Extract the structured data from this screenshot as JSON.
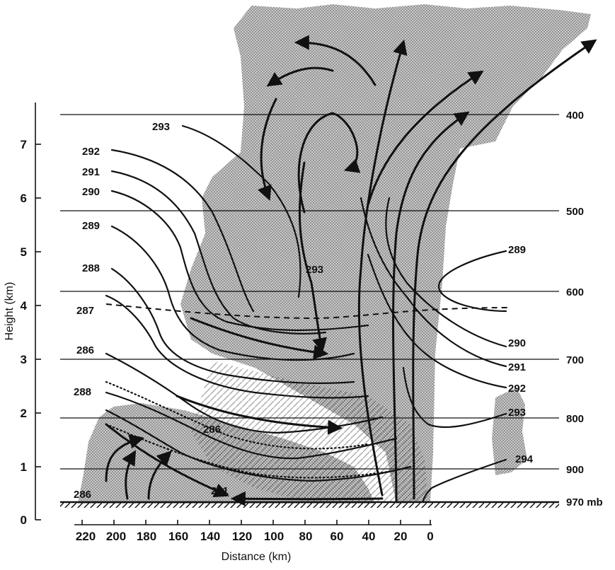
{
  "y_axis": {
    "title": "Height (km)",
    "ticks": [
      "0",
      "1",
      "2",
      "3",
      "4",
      "5",
      "6",
      "7"
    ]
  },
  "x_axis": {
    "title": "Distance (km)",
    "ticks": [
      "220",
      "200",
      "180",
      "160",
      "140",
      "120",
      "100",
      "80",
      "60",
      "40",
      "20",
      "0"
    ]
  },
  "pressure_levels": [
    "400",
    "500",
    "600",
    "700",
    "800",
    "900",
    "970 mb"
  ],
  "contour_labels_left": [
    "293",
    "292",
    "291",
    "290",
    "289",
    "288",
    "287",
    "286",
    "288",
    "286"
  ],
  "contour_labels_right": [
    "289",
    "290",
    "291",
    "292",
    "293",
    "294"
  ],
  "contour_labels_interior": [
    "293",
    "286",
    "291"
  ],
  "colors": {
    "ink": "#111111",
    "cloud_fill": "#b8b8b8",
    "background": "#ffffff"
  }
}
